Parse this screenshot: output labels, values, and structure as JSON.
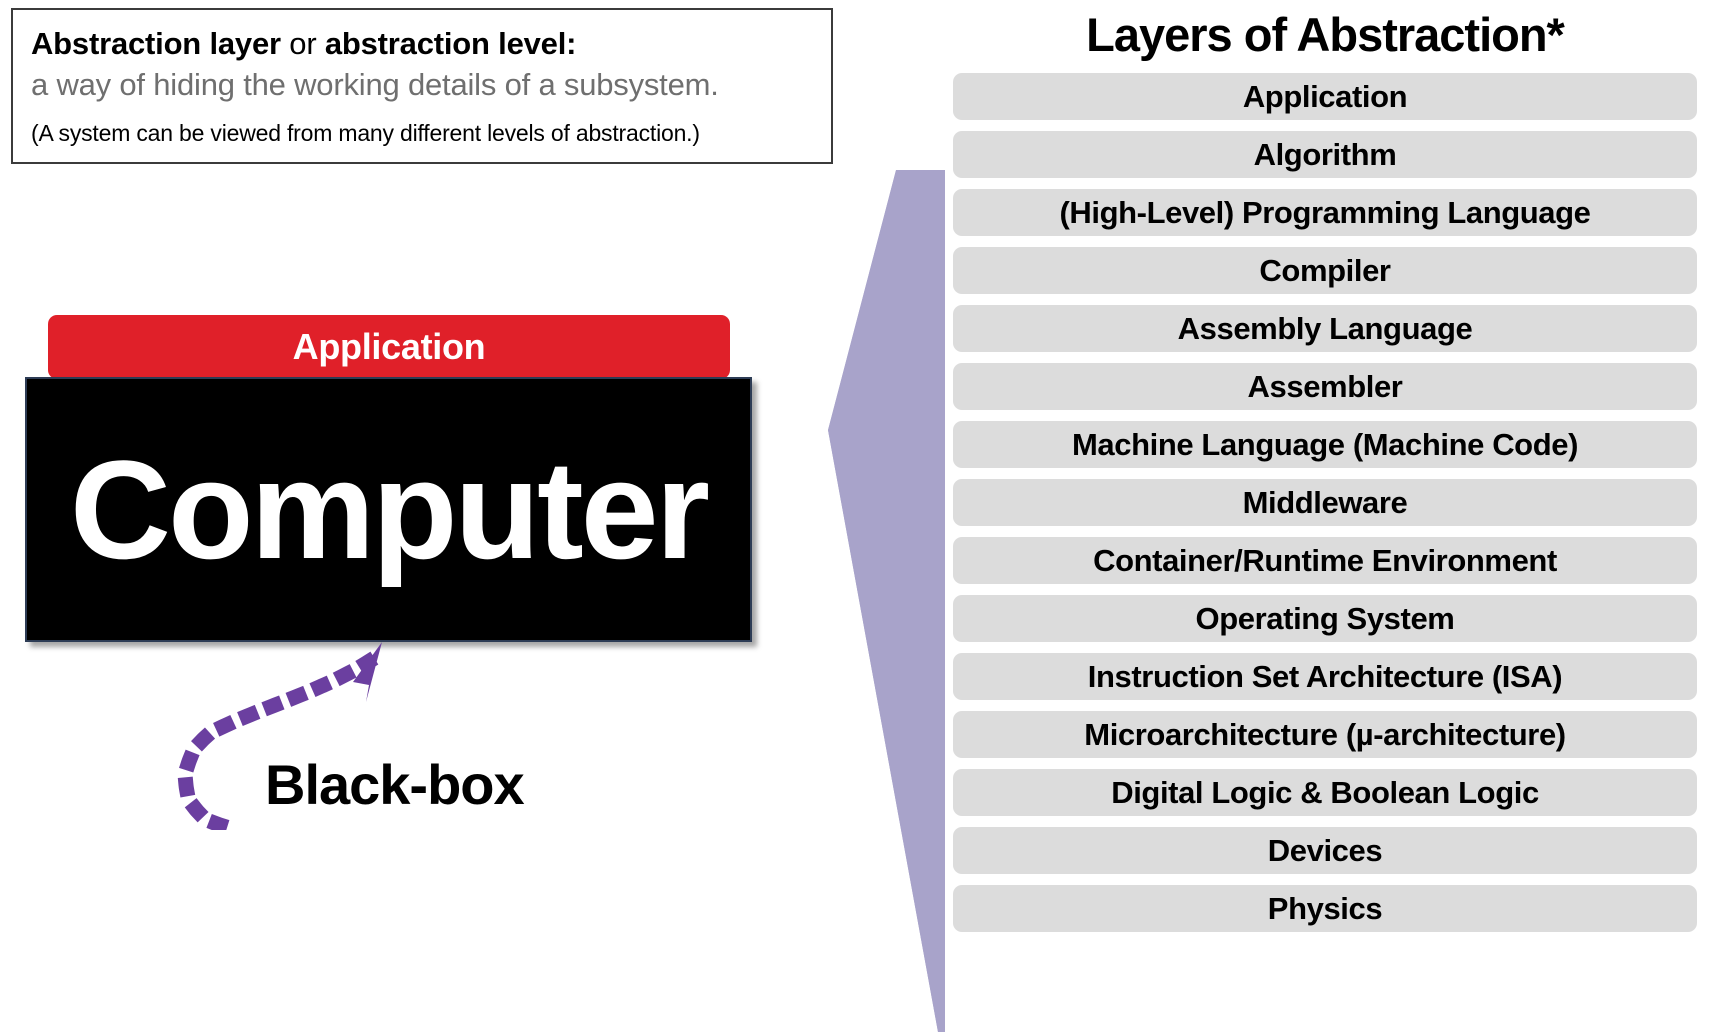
{
  "definition": {
    "term_a": "Abstraction layer",
    "conjunction": " or ",
    "term_b": "abstraction level:",
    "meaning": "a way of hiding the working details of a subsystem.",
    "note": "(A system can be viewed from many different levels of abstraction.)"
  },
  "diagram": {
    "application_bar_label": "Application",
    "computer_box_label": "Computer",
    "blackbox_label": "Black-box",
    "arrow_icon": "curved-dashed-arrow-icon"
  },
  "layers": {
    "title": "Layers of Abstraction*",
    "items": [
      "Application",
      "Algorithm",
      "(High-Level) Programming Language",
      "Compiler",
      "Assembly Language",
      "Assembler",
      "Machine Language (Machine Code)",
      "Middleware",
      "Container/Runtime Environment",
      "Operating System",
      "Instruction Set Architecture (ISA)",
      "Microarchitecture (µ-architecture)",
      "Digital Logic & Boolean Logic",
      "Devices",
      "Physics"
    ]
  },
  "colors": {
    "application_red": "#E02029",
    "computer_black": "#000000",
    "funnel_purple": "#A8A3CA",
    "layer_grey": "#DCDCDC",
    "arrow_purple": "#6B3FA0",
    "definition_grey_text": "#6F6F6F"
  }
}
